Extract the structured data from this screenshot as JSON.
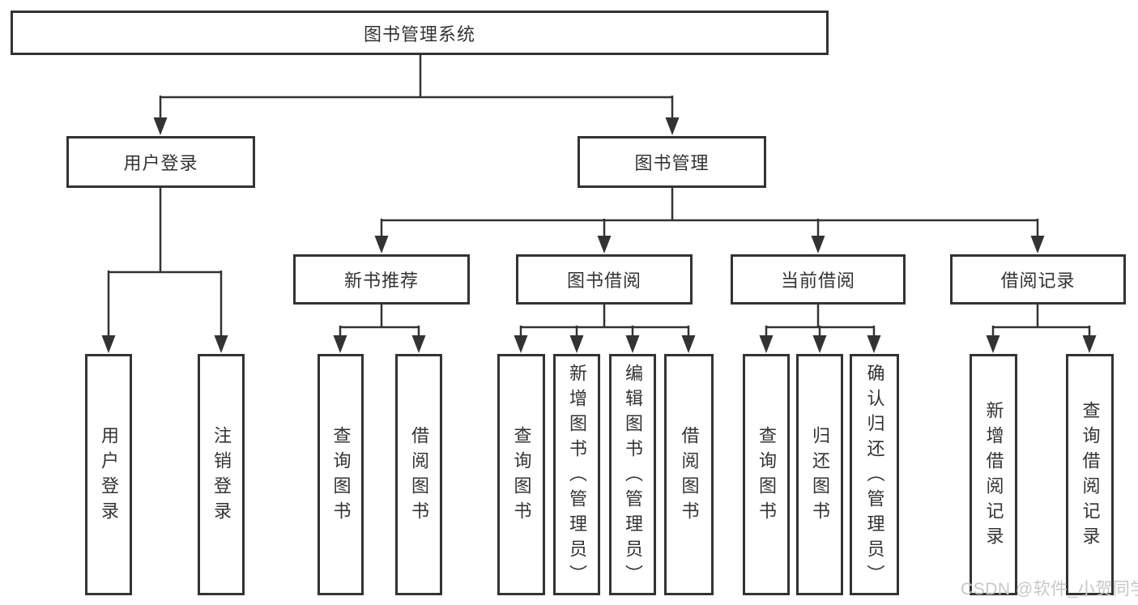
{
  "diagram_type": "hierarchy-tree",
  "tree": {
    "root": "图书管理系统",
    "branches": [
      {
        "label": "用户登录",
        "children": [
          "用户登录",
          "注销登录"
        ]
      },
      {
        "label": "图书管理",
        "sections": [
          {
            "label": "新书推荐",
            "children": [
              "查询图书",
              "借阅图书"
            ]
          },
          {
            "label": "图书借阅",
            "children": [
              "查询图书",
              "新增图书（管理员）",
              "编辑图书（管理员）",
              "借阅图书"
            ]
          },
          {
            "label": "当前借阅",
            "children": [
              "查询图书",
              "归还图书",
              "确认归还（管理员）"
            ]
          },
          {
            "label": "借阅记录",
            "children": [
              "新增借阅记录",
              "查询借阅记录"
            ]
          }
        ]
      }
    ]
  },
  "watermark": "CSDN @软件_小贺同学",
  "colors": {
    "line": "#333333",
    "text": "#333333",
    "background": "#ffffff",
    "watermark": "#c7c7c7"
  }
}
